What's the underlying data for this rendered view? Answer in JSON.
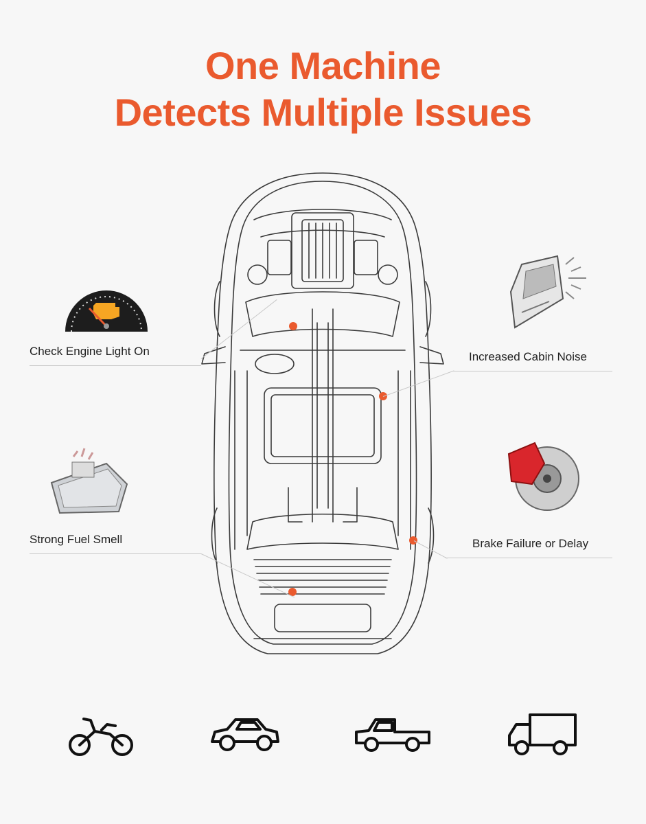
{
  "header": {
    "line1": "One Machine",
    "line2": "Detects Multiple Issues"
  },
  "colors": {
    "accent": "#ea5a2e",
    "line": "#3a3a3a",
    "brake_red": "#d9262c"
  },
  "callouts": {
    "check_engine": "Check Engine Light On",
    "cabin_noise": "Increased Cabin Noise",
    "fuel_smell": "Strong Fuel Smell",
    "brake": "Brake Failure or Delay"
  },
  "vehicles": [
    "motorcycle-icon",
    "car-icon",
    "pickup-truck-icon",
    "box-truck-icon"
  ]
}
